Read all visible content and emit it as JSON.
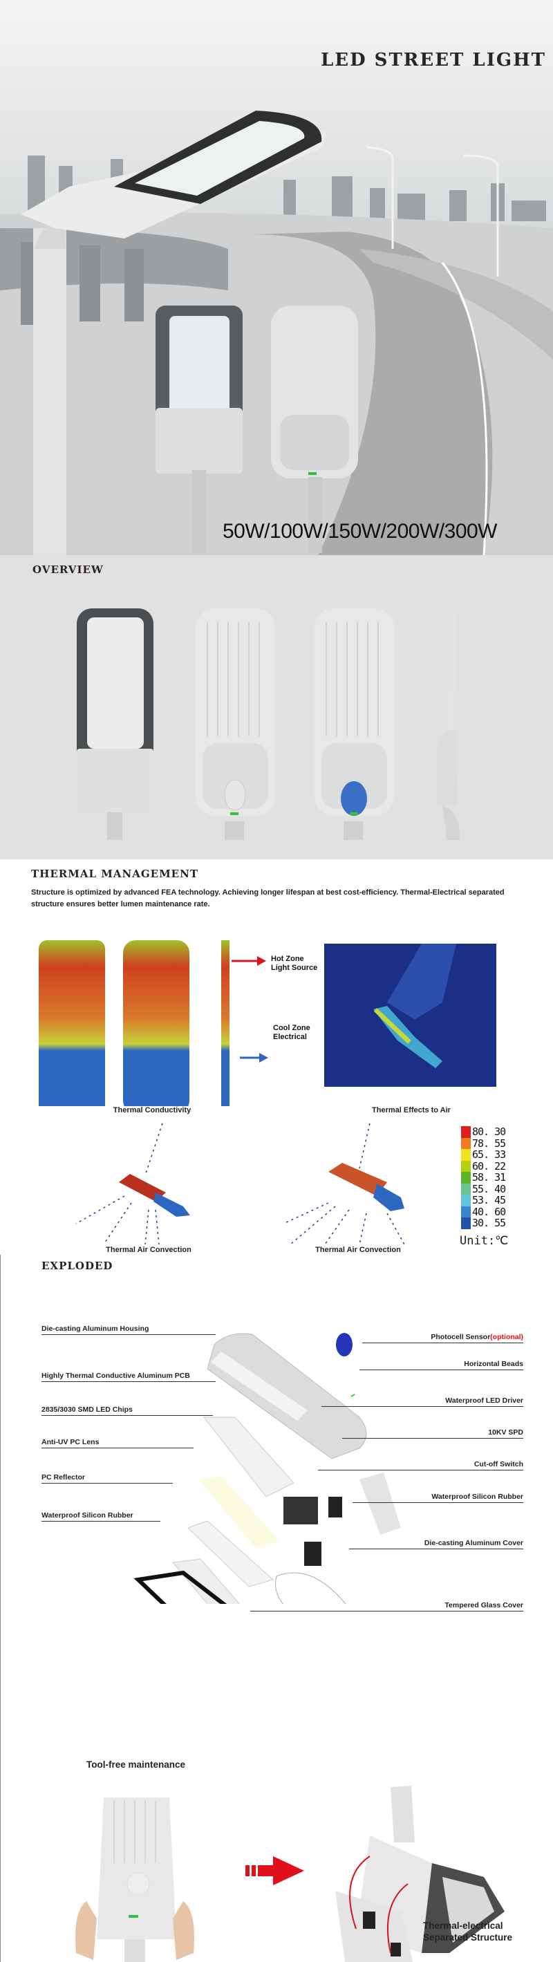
{
  "hero": {
    "title": "LED STREET LIGHT",
    "wattages": "50W/100W/150W/200W/300W"
  },
  "overview": {
    "title": "OVERVIEW"
  },
  "thermal": {
    "title": "THERMAL MANAGEMENT",
    "description": "Structure is optimized by advanced FEA technology. Achieving longer lifespan at best  cost-efficiency. Thermal-Electrical separated structure ensures better lumen maintenance rate.",
    "hot_zone": [
      "Hot Zone",
      "Light Source"
    ],
    "cool_zone": [
      "Cool Zone",
      "Electrical"
    ],
    "caption_conductivity": "Thermal Conductivity",
    "caption_effects": "Thermal Effects to Air",
    "caption_convection_1": "Thermal Air Convection",
    "caption_convection_2": "Thermal Air Convection",
    "legend": [
      {
        "value": "80. 30",
        "color": "#e01c1c"
      },
      {
        "value": "78. 55",
        "color": "#f07a1c"
      },
      {
        "value": "65. 33",
        "color": "#f2e21a"
      },
      {
        "value": "60. 22",
        "color": "#b5d10e"
      },
      {
        "value": "58. 31",
        "color": "#5cb52b"
      },
      {
        "value": "55. 40",
        "color": "#6cc28f"
      },
      {
        "value": "53. 45",
        "color": "#63c5dc"
      },
      {
        "value": "40. 60",
        "color": "#3a84cf"
      },
      {
        "value": "30. 55",
        "color": "#2253a6"
      }
    ],
    "unit": "Unit:℃"
  },
  "exploded": {
    "title": "EXPLODED",
    "left_labels": [
      "Die-casting Aluminum Housing",
      "Highly Thermal Conductive Aluminum PCB",
      "2835/3030 SMD LED Chips",
      "Anti-UV PC Lens",
      "PC Reflector",
      "Waterproof Silicon Rubber"
    ],
    "right_labels": [
      "Photocell Sensor",
      "Horizontal Beads",
      "Waterproof LED Driver",
      "10KV SPD",
      "Cut-off Switch",
      "Waterproof Silicon Rubber",
      "Die-casting Aluminum Cover",
      "Tempered Glass Cover"
    ],
    "optional": "(optional)"
  },
  "maintenance": {
    "title": "Tool-free maintenance",
    "caption": [
      "Thermal-electrical",
      "Separated Structure"
    ]
  }
}
